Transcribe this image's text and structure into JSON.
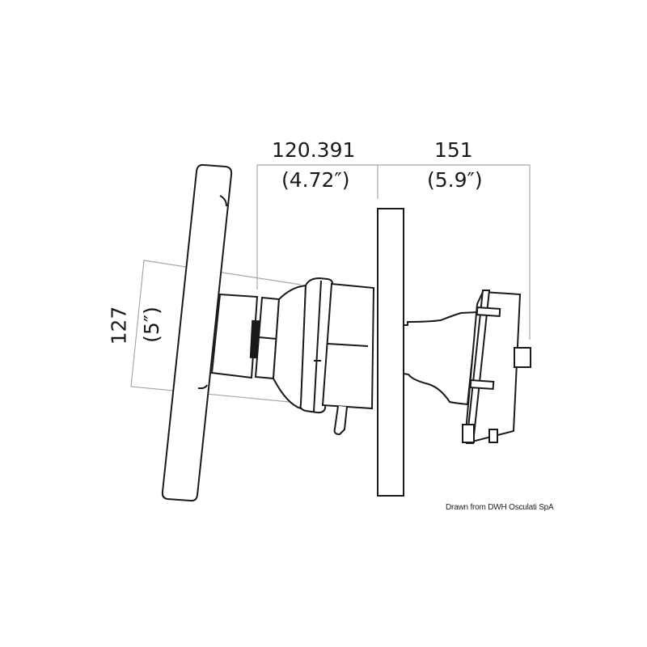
{
  "drawing": {
    "subject": "steering wheel with helm unit through panel",
    "line_color": "#1a1a1a",
    "dimension_line_color": "#a8a8a8",
    "background": "#ffffff"
  },
  "dimensions": {
    "top_left": {
      "mm": "120.391",
      "inch": "(4.72″)"
    },
    "top_right": {
      "mm": "151",
      "inch": "(5.9″)"
    },
    "left_vertical": {
      "mm": "127",
      "inch": "(5″)"
    }
  },
  "credit": "Drawn from DWH Osculati SpA"
}
